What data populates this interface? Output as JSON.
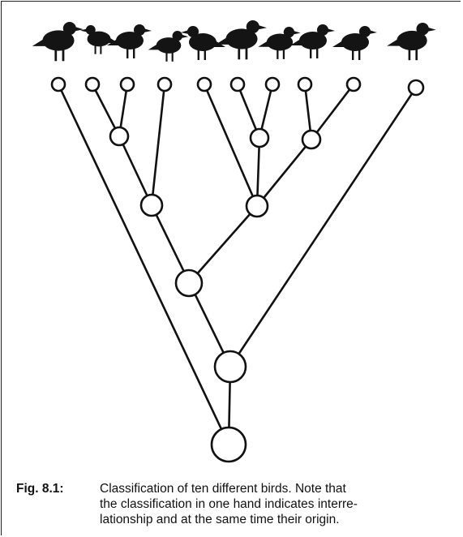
{
  "figure": {
    "label": "Fig. 8.1:",
    "caption_lines": [
      "Classification of ten different birds. Note that",
      "the classification in one hand indicates interre-",
      "lationship and at the same time their origin."
    ]
  },
  "diagram": {
    "colors": {
      "ink": "#111111",
      "node_fill": "#ffffff",
      "bird": "#141414"
    },
    "leaf_count": 10,
    "bird_icons": [
      "duck-icon",
      "pigeon-icon",
      "parrot-icon",
      "hen-icon",
      "vulture-icon",
      "eagle-icon",
      "owl-icon",
      "hawk-icon",
      "crow-icon",
      "sparrow-icon"
    ]
  }
}
